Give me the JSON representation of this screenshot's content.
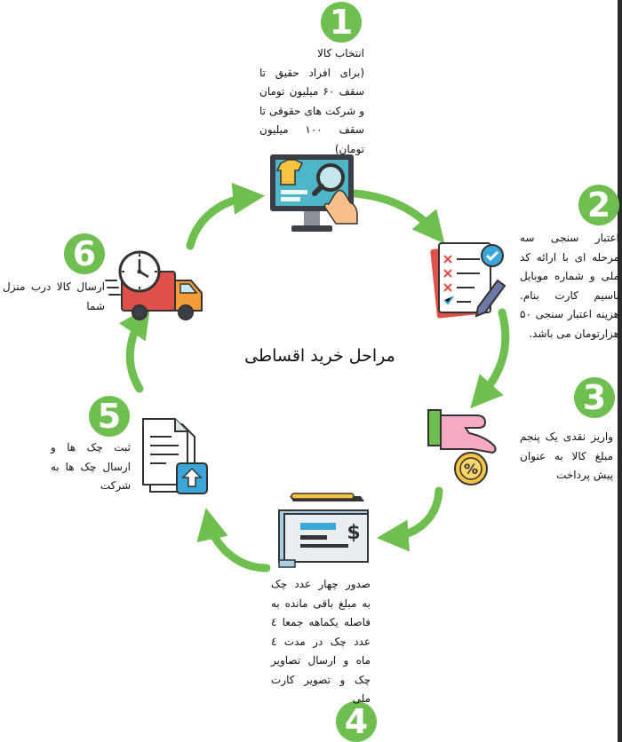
{
  "title": "مراحل خرید اقساطی",
  "steps": [
    {
      "number": "1",
      "text": "انتخاب کالا\n(برای افراد حقیق تا سقف ۶۰ میلیون تومان و شرکت های حقوقی تا سقف ۱۰۰ میلیون تومان)",
      "icon": "computer-search-icon"
    },
    {
      "number": "2",
      "text": "اعتبار سنجی سه مرحله ای با ارائه کد ملی و شماره موبایل باسیم کارت بنام. هزینه اعتبار سنجی ۵۰ هزارتومان می باشد.",
      "icon": "checklist-icon"
    },
    {
      "number": "3",
      "text": "واریز نقدی یک پنجم مبلغ کالا به عنوان پیش پرداخت",
      "icon": "hand-coin-percent-icon"
    },
    {
      "number": "4",
      "text": "صدور چهار عدد چک به مبلغ باقی مانده به فاصله یکماهه جمعا ٤ عدد چک در مدت ٤ ماه و ارسال تصاویر چک و تصویر کارت ملی",
      "icon": "cheque-pen-icon"
    },
    {
      "number": "5",
      "text": "ثبت چک ها و ارسال چک ها به شرکت",
      "icon": "document-upload-icon"
    },
    {
      "number": "6",
      "text": "ارسال کالا درب منزل شما",
      "icon": "fast-delivery-truck-icon"
    }
  ],
  "colors": {
    "accent": "#6fbf50",
    "text": "#111111"
  }
}
